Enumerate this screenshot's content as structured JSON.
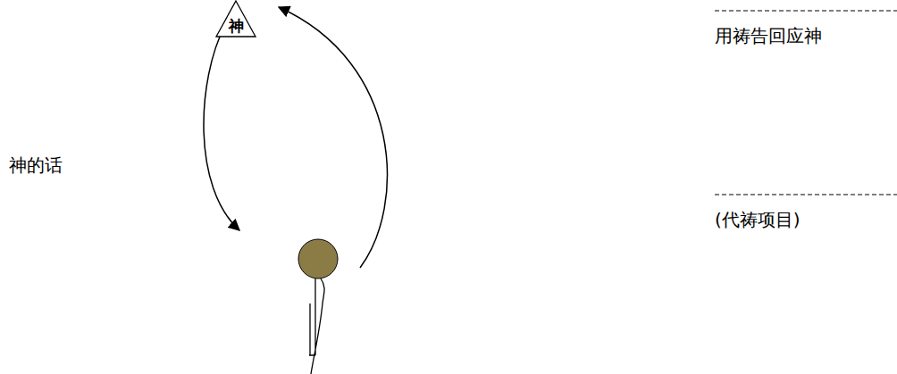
{
  "diagram": {
    "nodes": [
      {
        "text": [
          "神"
        ]
      }
    ],
    "labels": [
      "神的话",
      "用祷告回应神",
      "(代祷项目)"
    ]
  }
}
